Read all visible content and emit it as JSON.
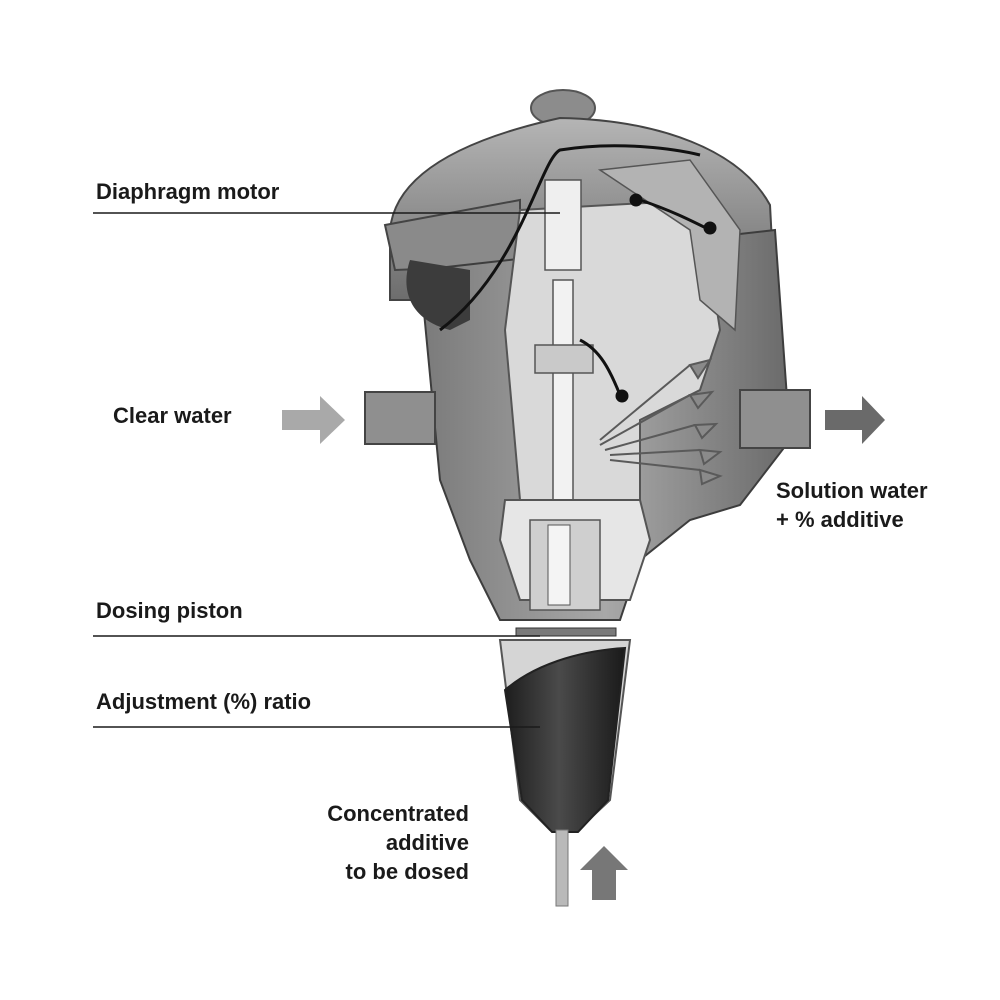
{
  "labels": {
    "diaphragm_motor": "Diaphragm motor",
    "clear_water": "Clear water",
    "solution_water_line1": "Solution water",
    "solution_water_line2": "+ % additive",
    "dosing_piston": "Dosing piston",
    "adjustment_ratio": "Adjustment (%) ratio",
    "concentrated_line1": "Concentrated",
    "concentrated_line2": "additive",
    "concentrated_line3": "to be dosed"
  },
  "colors": {
    "body_dark": "#6e6e6e",
    "body_mid": "#9a9a9a",
    "body_light": "#c8c8c8",
    "inner_light": "#e2e2e2",
    "cone_dark": "#2e2e2e",
    "arrow_gray": "#a9a9a9",
    "arrow_dark": "#6a6a6a",
    "text": "#1a1a1a"
  }
}
